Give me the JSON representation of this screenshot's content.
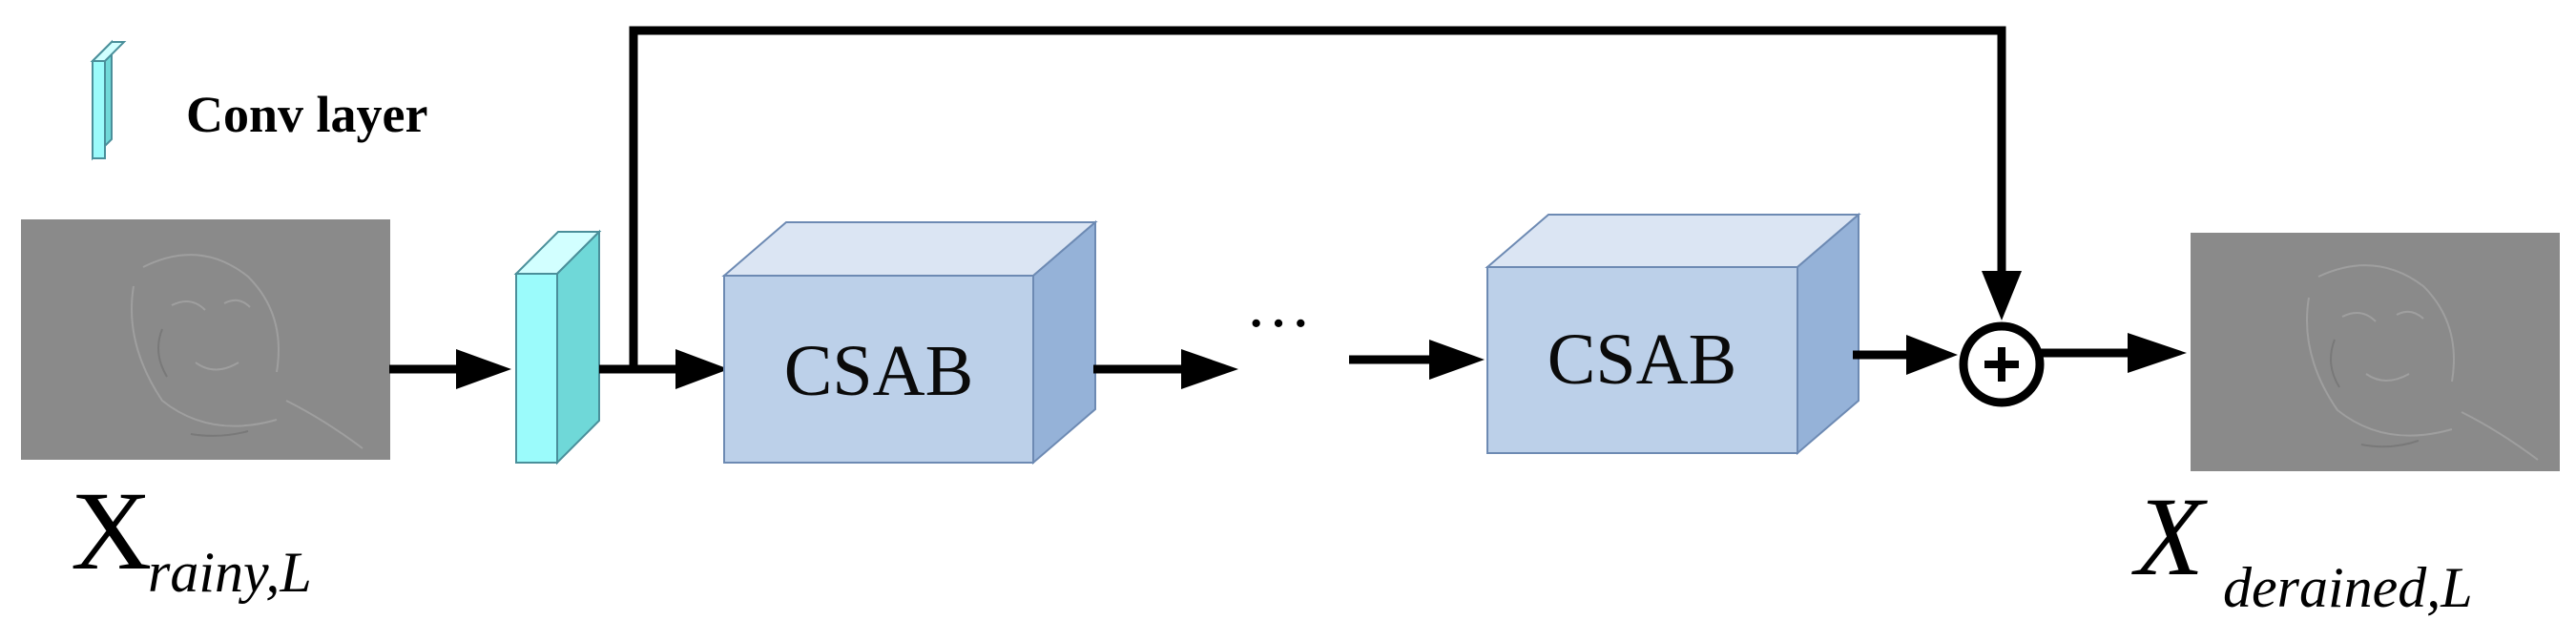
{
  "legend": {
    "label": "Conv layer",
    "icon": "conv-layer-prism"
  },
  "blocks": [
    {
      "label": "CSAB"
    },
    {
      "label": "CSAB"
    }
  ],
  "ellipsis": "···",
  "input": {
    "symbol": "X",
    "subscript": "rainy,L",
    "image": "rain-streak-residual-input"
  },
  "output": {
    "symbol": "X",
    "subscript": "derained,L",
    "image": "rain-streak-residual-output"
  },
  "operators": {
    "add": "+"
  },
  "colors": {
    "conv_front": "#9bfbfb",
    "conv_top": "#d2ffff",
    "conv_side": "#6fd8d8",
    "block_front": "#bcd0e9",
    "block_top": "#dbe5f3",
    "block_side": "#95b2d8",
    "image_gray": "#8a8a8a",
    "stroke": "#000000"
  }
}
